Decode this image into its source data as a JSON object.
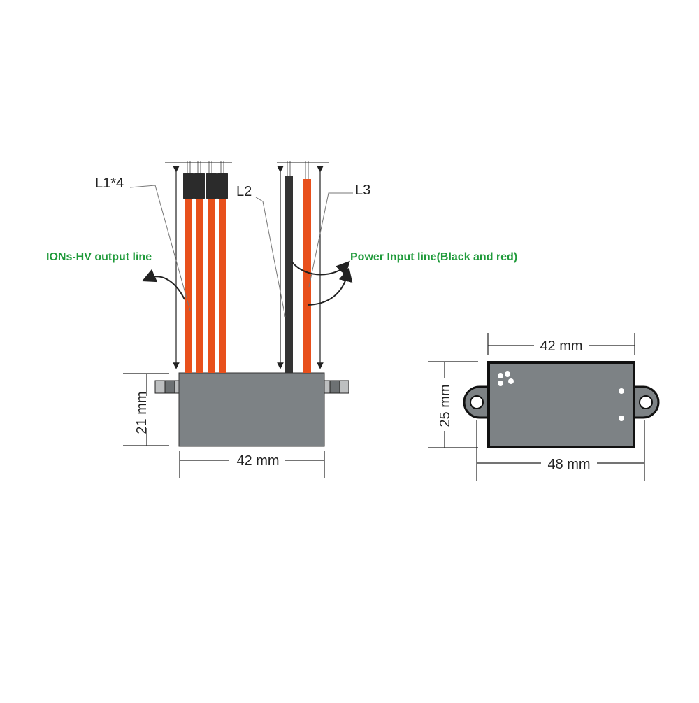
{
  "labels": {
    "l1": "L1*4",
    "l2": "L2",
    "l3": "L3",
    "ions_hv": "IONs-HV output line",
    "power_input": "Power Input line(Black  and red)"
  },
  "dimensions": {
    "side_height": "21 mm",
    "side_width": "42 mm",
    "top_width": "42 mm",
    "top_height": "25 mm",
    "top_overall_width": "48 mm"
  },
  "colors": {
    "wire_red": "#e8501c",
    "wire_black": "#333333",
    "body_gray": "#7d8285",
    "text_green": "#1f9a3a",
    "line": "#222222"
  }
}
